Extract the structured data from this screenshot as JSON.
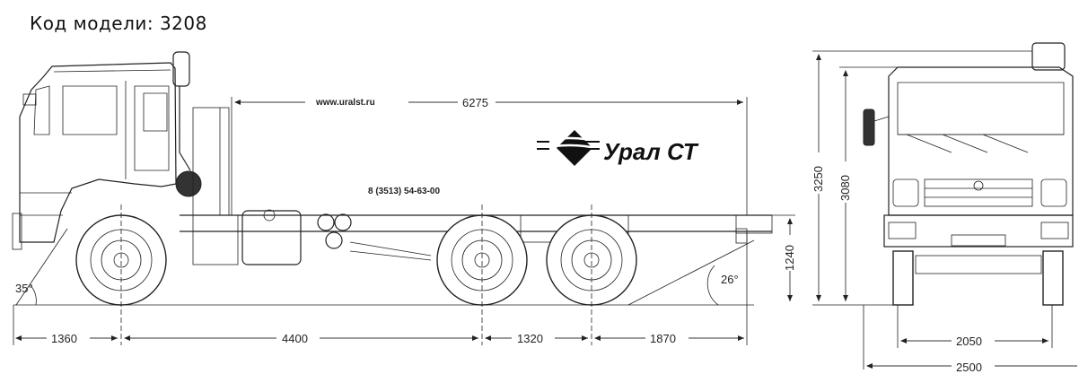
{
  "title": "Код модели: 3208",
  "website": "www.uralst.ru",
  "phone": "8 (3513) 54-63-00",
  "brand": "Урал СТ",
  "dimensions": {
    "frame_length": "6275",
    "front_overhang": "1360",
    "wheelbase": "4400",
    "bogie_spacing": "1320",
    "rear_overhang": "1870",
    "frame_height": "1240",
    "total_height": "3250",
    "cab_height": "3080",
    "track_width": "2050",
    "total_width": "2500",
    "approach_angle": "35°",
    "departure_angle": "26°"
  }
}
